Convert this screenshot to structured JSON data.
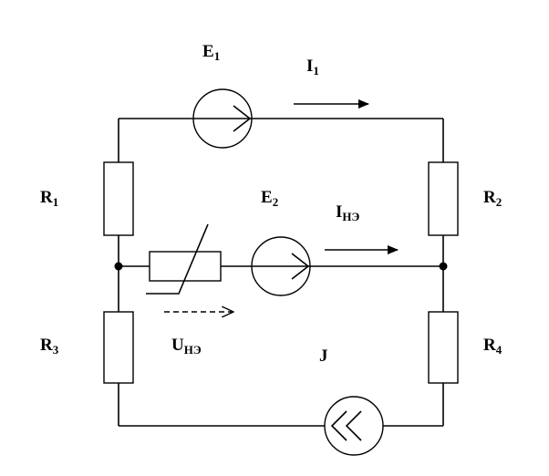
{
  "labels": {
    "E1": {
      "main": "E",
      "sub": "1"
    },
    "I1": {
      "main": "I",
      "sub": "1"
    },
    "R1": {
      "main": "R",
      "sub": "1"
    },
    "R2": {
      "main": "R",
      "sub": "2"
    },
    "E2": {
      "main": "E",
      "sub": "2"
    },
    "Ine": {
      "main": "I",
      "sub": "НЭ"
    },
    "R3": {
      "main": "R",
      "sub": "3"
    },
    "R4": {
      "main": "R",
      "sub": "4"
    },
    "Une": {
      "main": "U",
      "sub": "НЭ"
    },
    "J": {
      "main": "J"
    }
  }
}
